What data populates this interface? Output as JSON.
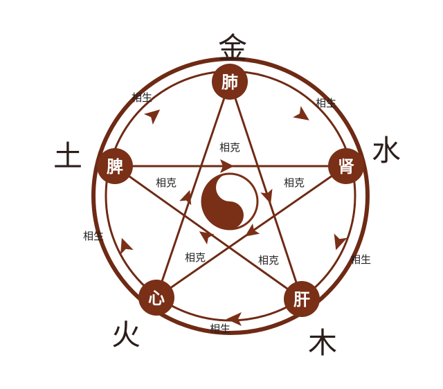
{
  "colors": {
    "ring": "#6e2a14",
    "star": "#6e2a14",
    "node": "#7a2f17",
    "arrow": "#7a2f17",
    "text_dark": "#2b1e1a",
    "label": "#222222"
  },
  "elements": {
    "metal": "金",
    "water": "水",
    "wood": "木",
    "fire": "火",
    "earth": "土"
  },
  "organs": {
    "lung": "肺",
    "kidney": "肾",
    "liver": "肝",
    "heart": "心",
    "spleen": "脾"
  },
  "labels": {
    "sheng_lung_kidney": "相生",
    "sheng_kidney_liver": "相生",
    "sheng_liver_heart": "相生",
    "sheng_heart_spleen": "相生",
    "sheng_spleen_lung": "相生",
    "ke_spleen_kidney": "相克",
    "ke_kidney_heart": "相克",
    "ke_heart_lung": "相克",
    "ke_lung_liver": "相克",
    "ke_liver_spleen": "相克"
  },
  "center_icon": "yin-yang-icon"
}
